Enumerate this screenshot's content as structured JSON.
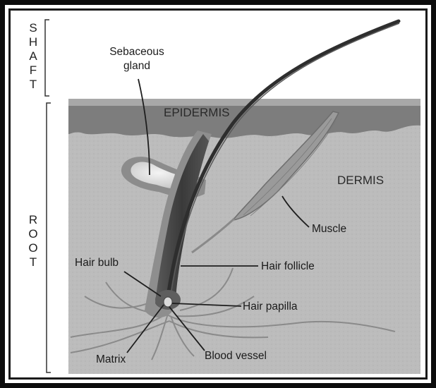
{
  "side_labels": {
    "shaft": [
      "S",
      "H",
      "A",
      "F",
      "T"
    ],
    "root": [
      "R",
      "O",
      "O",
      "T"
    ]
  },
  "labels": {
    "sebaceous_line1": "Sebaceous",
    "sebaceous_line2": "gland",
    "epidermis": "EPIDERMIS",
    "dermis": "DERMIS",
    "muscle": "Muscle",
    "hair_bulb": "Hair bulb",
    "hair_follicle": "Hair follicle",
    "hair_papilla": "Hair papilla",
    "matrix": "Matrix",
    "blood_vessel": "Blood vessel"
  },
  "colors": {
    "epidermis": "#7a7a7a",
    "dermis": "#bdbdbd",
    "follicle": "#4a4a4a",
    "gland": "#e6e6e6",
    "frame": "#111111"
  }
}
